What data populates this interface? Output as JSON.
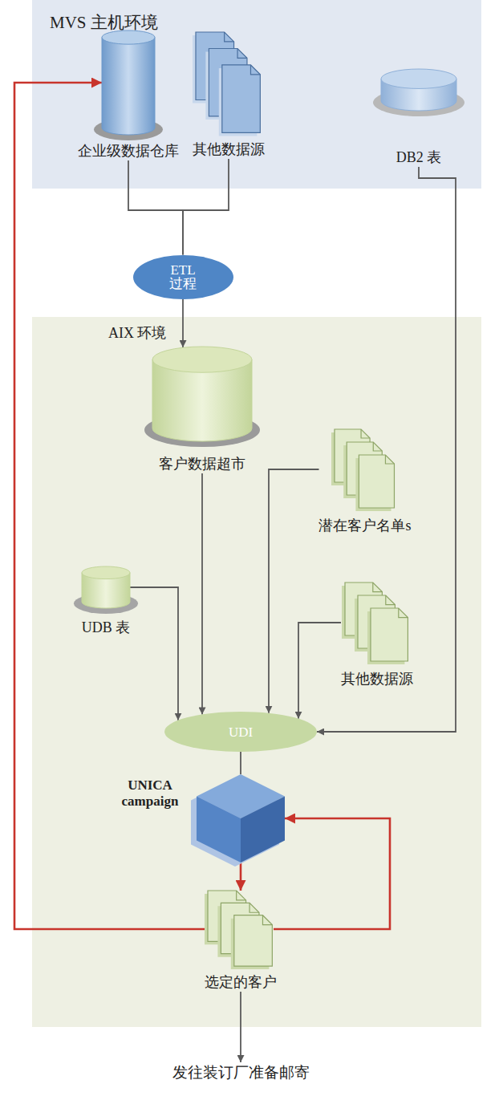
{
  "diagram": {
    "nodes": [
      {
        "text": [
          "MVS 主机环境"
        ]
      },
      {
        "text": [
          "企业级数据仓库"
        ],
        "in": 0
      },
      {
        "text": [
          "其他数据源"
        ],
        "in": 0
      },
      {
        "text": [
          "DB2 表"
        ],
        "in": 0
      },
      {
        "text": [
          "ETL 过程"
        ]
      },
      {
        "text": [
          "AIX 环境"
        ]
      },
      {
        "text": [
          "客户数据超市"
        ],
        "in": 5
      },
      {
        "text": [
          "潜在客户名单s"
        ],
        "in": 5
      },
      {
        "text": [
          "UDB 表"
        ],
        "in": 5
      },
      {
        "text": [
          "其他数据源"
        ],
        "in": 5
      },
      {
        "text": [
          "UDI"
        ],
        "in": 5
      },
      {
        "text": [
          "UNICA campaign"
        ],
        "in": 5
      },
      {
        "text": [
          "选定的客户"
        ],
        "in": 5
      },
      {
        "text": [
          "发往装订厂准备邮寄"
        ]
      }
    ],
    "edges": [
      {
        "from": 1,
        "to": 4,
        "arrow": "none"
      },
      {
        "from": 2,
        "to": 4,
        "arrow": "none"
      },
      {
        "from": 4,
        "to": 6,
        "arrow": "to"
      },
      {
        "from": 3,
        "to": 10,
        "arrow": "to"
      },
      {
        "from": 8,
        "to": 10,
        "arrow": "to"
      },
      {
        "from": 6,
        "to": 10,
        "arrow": "to"
      },
      {
        "from": 7,
        "to": 10,
        "arrow": "to"
      },
      {
        "from": 9,
        "to": 10,
        "arrow": "to"
      },
      {
        "from": 10,
        "to": 11,
        "arrow": "none"
      },
      {
        "from": 11,
        "to": 12,
        "arrow": "to"
      },
      {
        "from": 12,
        "to": 11,
        "arrow": "to"
      },
      {
        "from": 12,
        "to": 1,
        "arrow": "to"
      },
      {
        "from": 12,
        "to": 13,
        "arrow": "to"
      }
    ]
  }
}
